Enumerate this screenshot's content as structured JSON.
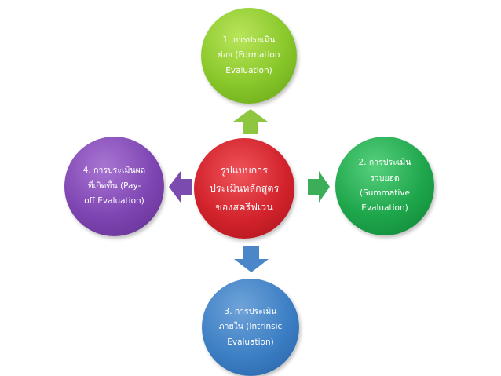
{
  "center": {
    "lines": [
      "รูปแบบการ",
      "ประเมินหลักสูตร",
      "ของสครีฟเวน"
    ],
    "color": "#d2232c"
  },
  "top": {
    "lines": [
      "1. การประเมิน",
      "ย่อย (Formation",
      "Evaluation)"
    ],
    "color": "#88c72a"
  },
  "right": {
    "lines": [
      "2. การประเมิน",
      "รวบยอด",
      "(Summative",
      "Evaluation)"
    ],
    "color": "#1ea64b"
  },
  "bottom": {
    "lines": [
      "3. การประเมิน",
      "ภายใน (Intrinsic",
      "Evaluation)"
    ],
    "color": "#3c7fc4"
  },
  "left": {
    "lines": [
      "4. การประเมินผล",
      "ที่เกิดขึ้น (Pay-",
      "off Evaluation)"
    ],
    "color": "#7e45b2"
  },
  "arrows": {
    "up": "#8fc640",
    "right": "#3cae5a",
    "down": "#4a86c8",
    "left": "#7c4bb0"
  }
}
